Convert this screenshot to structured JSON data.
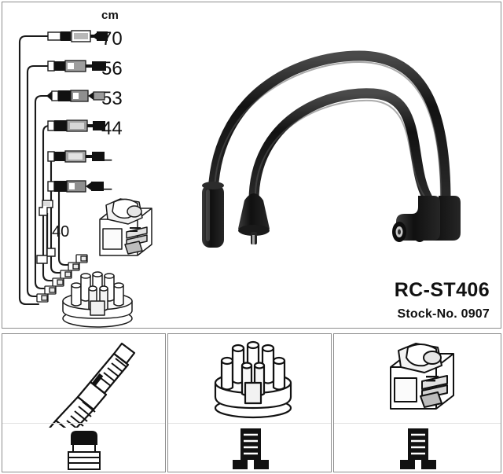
{
  "product": {
    "part_number": "RC-ST406",
    "stock_no": "Stock-No. 0907"
  },
  "main_panel": {
    "unit_header": "cm",
    "cable_lengths": [
      {
        "value": "70",
        "label": "cable-70cm"
      },
      {
        "value": "56",
        "label": "cable-56cm"
      },
      {
        "value": "53",
        "label": "cable-53cm"
      },
      {
        "value": "44",
        "label": "cable-44cm"
      },
      {
        "value": "–",
        "label": "cable-unmarked-1"
      },
      {
        "value": "–",
        "label": "cable-unmarked-2"
      }
    ],
    "coil_lead_length": "40",
    "diagram_items": [
      "ignition-coil",
      "distributor-cap",
      "coil-lead-40"
    ],
    "photo_items": [
      "ignition-cable-long",
      "ignition-cable-short"
    ]
  },
  "bottom_panels": [
    {
      "name": "spark-plug-panel",
      "top_item": "spark-plug",
      "bottom_item": "straight-boot-connector"
    },
    {
      "name": "distributor-cap-panel",
      "top_item": "distributor-cap",
      "bottom_item": "terminal-connector"
    },
    {
      "name": "ignition-coil-panel",
      "top_item": "ignition-coil",
      "bottom_item": "terminal-connector"
    }
  ],
  "colors": {
    "border": "#8d8d8d",
    "line": "#1a1a1a",
    "background": "#ffffff",
    "cable": "#1b1b1b"
  }
}
